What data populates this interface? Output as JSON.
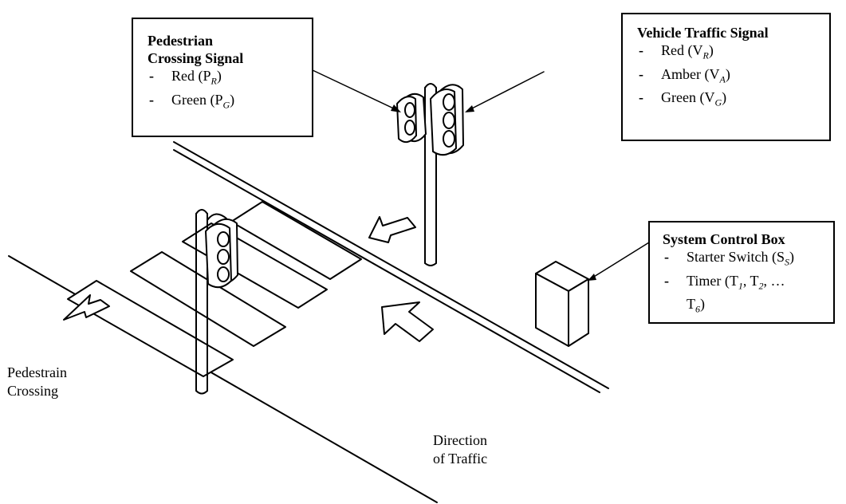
{
  "pedestrian_signal_box": {
    "title_line1": "Pedestrian",
    "title_line2": "Crossing Signal",
    "items": [
      {
        "text": "Red (P",
        "sub": "R",
        "tail": ")"
      },
      {
        "text": "Green (P",
        "sub": "G",
        "tail": ")"
      }
    ]
  },
  "vehicle_signal_box": {
    "title": "Vehicle Traffic Signal",
    "items": [
      {
        "text": "Red (V",
        "sub": "R",
        "tail": ")"
      },
      {
        "text": "Amber (V",
        "sub": "A",
        "tail": ")"
      },
      {
        "text": "Green (V",
        "sub": "G",
        "tail": ")"
      }
    ]
  },
  "control_box": {
    "title": "System Control Box",
    "items": [
      {
        "text": "Starter Switch (S",
        "sub": "S",
        "tail": ")"
      },
      {
        "text": "Timer (T",
        "sub": "1",
        "tail": ", T"
      },
      {
        "text": "",
        "sub": "2",
        "tail": ", … "
      },
      {
        "text": "T",
        "sub": "6",
        "tail": ")"
      }
    ],
    "timer_line1": {
      "a": "Timer (T",
      "s1": "1",
      "b": ", T",
      "s2": "2",
      "c": ", …"
    },
    "timer_line2": {
      "a": "T",
      "s1": "6",
      "b": ")"
    }
  },
  "labels": {
    "pedestrian_crossing_line1": "Pedestrain",
    "pedestrian_crossing_line2": "Crossing",
    "direction_line1": "Direction",
    "direction_line2": "of Traffic"
  },
  "dash_glyph": "-"
}
